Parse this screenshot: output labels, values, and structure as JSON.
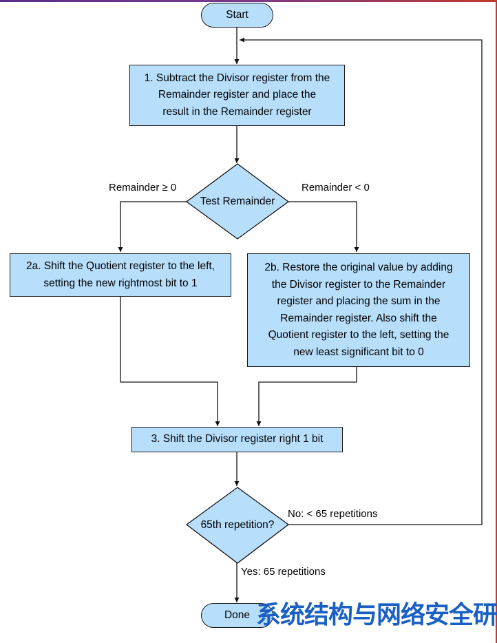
{
  "nodes": {
    "start": "Start",
    "step1": "1.  Subtract the Divisor register from the\nRemainder register and place the\nresult in the Remainder register",
    "test": "Test Remainder",
    "step2a": "2a.  Shift the Quotient register to the left,\nsetting the new rightmost bit to 1",
    "step2b": "2b.  Restore the original value by adding\nthe Divisor register to the Remainder\nregister and placing the sum in the\nRemainder register. Also shift the\nQuotient register to the left, setting the\nnew least significant bit to 0",
    "step3": "3.  Shift the Divisor register right 1 bit",
    "check": "65th repetition?",
    "done": "Done"
  },
  "edges": {
    "ge_zero": "Remainder ≥ 0",
    "lt_zero": "Remainder < 0",
    "no_loop": "No: < 65 repetitions",
    "yes_done": "Yes: 65 repetitions"
  },
  "watermark": "系统结构与网络安全研究"
}
